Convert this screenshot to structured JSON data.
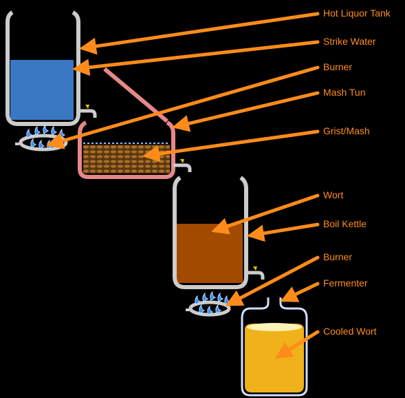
{
  "labels": {
    "hot_liquor_tank": "Hot Liquor Tank",
    "strike_water": "Strike Water",
    "burner_top": "Burner",
    "mash_tun": "Mash Tun",
    "grist_mash": "Grist/Mash",
    "wort": "Wort",
    "boil_kettle": "Boil Kettle",
    "burner_bottom": "Burner",
    "fermenter": "Fermenter",
    "cooled_wort": "Cooled Wort"
  },
  "colors": {
    "background": "#000000",
    "label_text": "#ff8c1a",
    "arrow": "#ff8c1a",
    "vessel_outline": "#cccccc",
    "strike_water": "#3a78c4",
    "mash_tun_outline": "#e6878a",
    "grist": "#8b5a1e",
    "wort": "#a24a00",
    "cooled_wort": "#f0b21a",
    "fermenter_outline": "#cfe0ff",
    "flame": "#2e8cff"
  }
}
